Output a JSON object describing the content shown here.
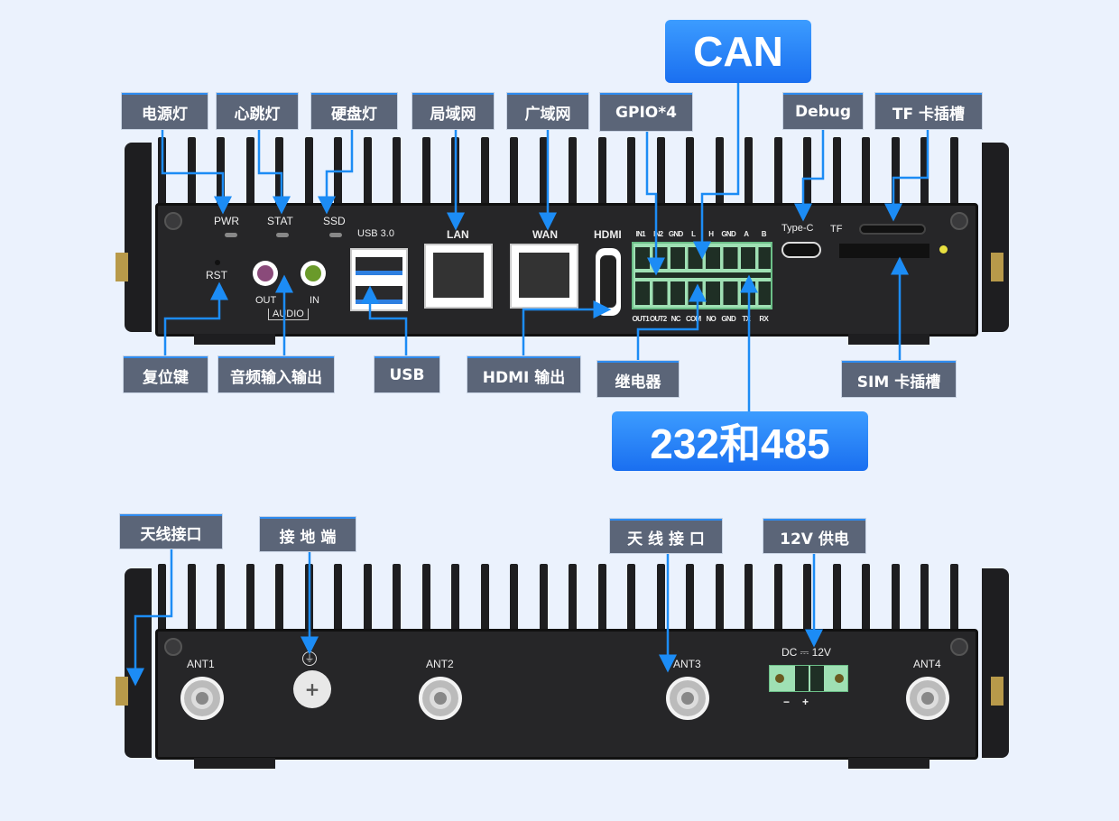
{
  "top_device": {
    "indicators": [
      "PWR",
      "STAT",
      "SSD"
    ],
    "rst": "RST",
    "audio": {
      "out": "OUT",
      "in": "IN",
      "group": "AUDIO"
    },
    "usb": "USB 3.0",
    "lan": "LAN",
    "wan": "WAN",
    "hdmi": "HDMI",
    "terminal_top": [
      "IN1",
      "IN2",
      "GND",
      "L",
      "H",
      "GND",
      "A",
      "B"
    ],
    "terminal_bottom": [
      "OUT1",
      "OUT2",
      "NC",
      "COM",
      "NO",
      "GND",
      "TX",
      "RX"
    ],
    "typec": "Type-C",
    "tf": "TF"
  },
  "top_labels": {
    "power_led": "电源灯",
    "heartbeat_led": "心跳灯",
    "disk_led": "硬盘灯",
    "lan": "局域网",
    "wan": "广域网",
    "gpio": "GPIO*4",
    "can": "CAN",
    "debug": "Debug",
    "tf_slot": "TF 卡插槽",
    "reset": "复位键",
    "audio": "音频输入输出",
    "usb": "USB",
    "hdmi": "HDMI 输出",
    "relay": "继电器",
    "rs": "232和485",
    "sim": "SIM 卡插槽"
  },
  "bottom_device": {
    "ant1": "ANT1",
    "ant2": "ANT2",
    "ant3": "ANT3",
    "ant4": "ANT4",
    "dc": "DC ⎓ 12V",
    "minus": "−",
    "plus": "+"
  },
  "bottom_labels": {
    "antenna1": "天线接口",
    "ground": "接 地 端",
    "antenna2": "天 线 接 口",
    "power": "12V 供电"
  }
}
